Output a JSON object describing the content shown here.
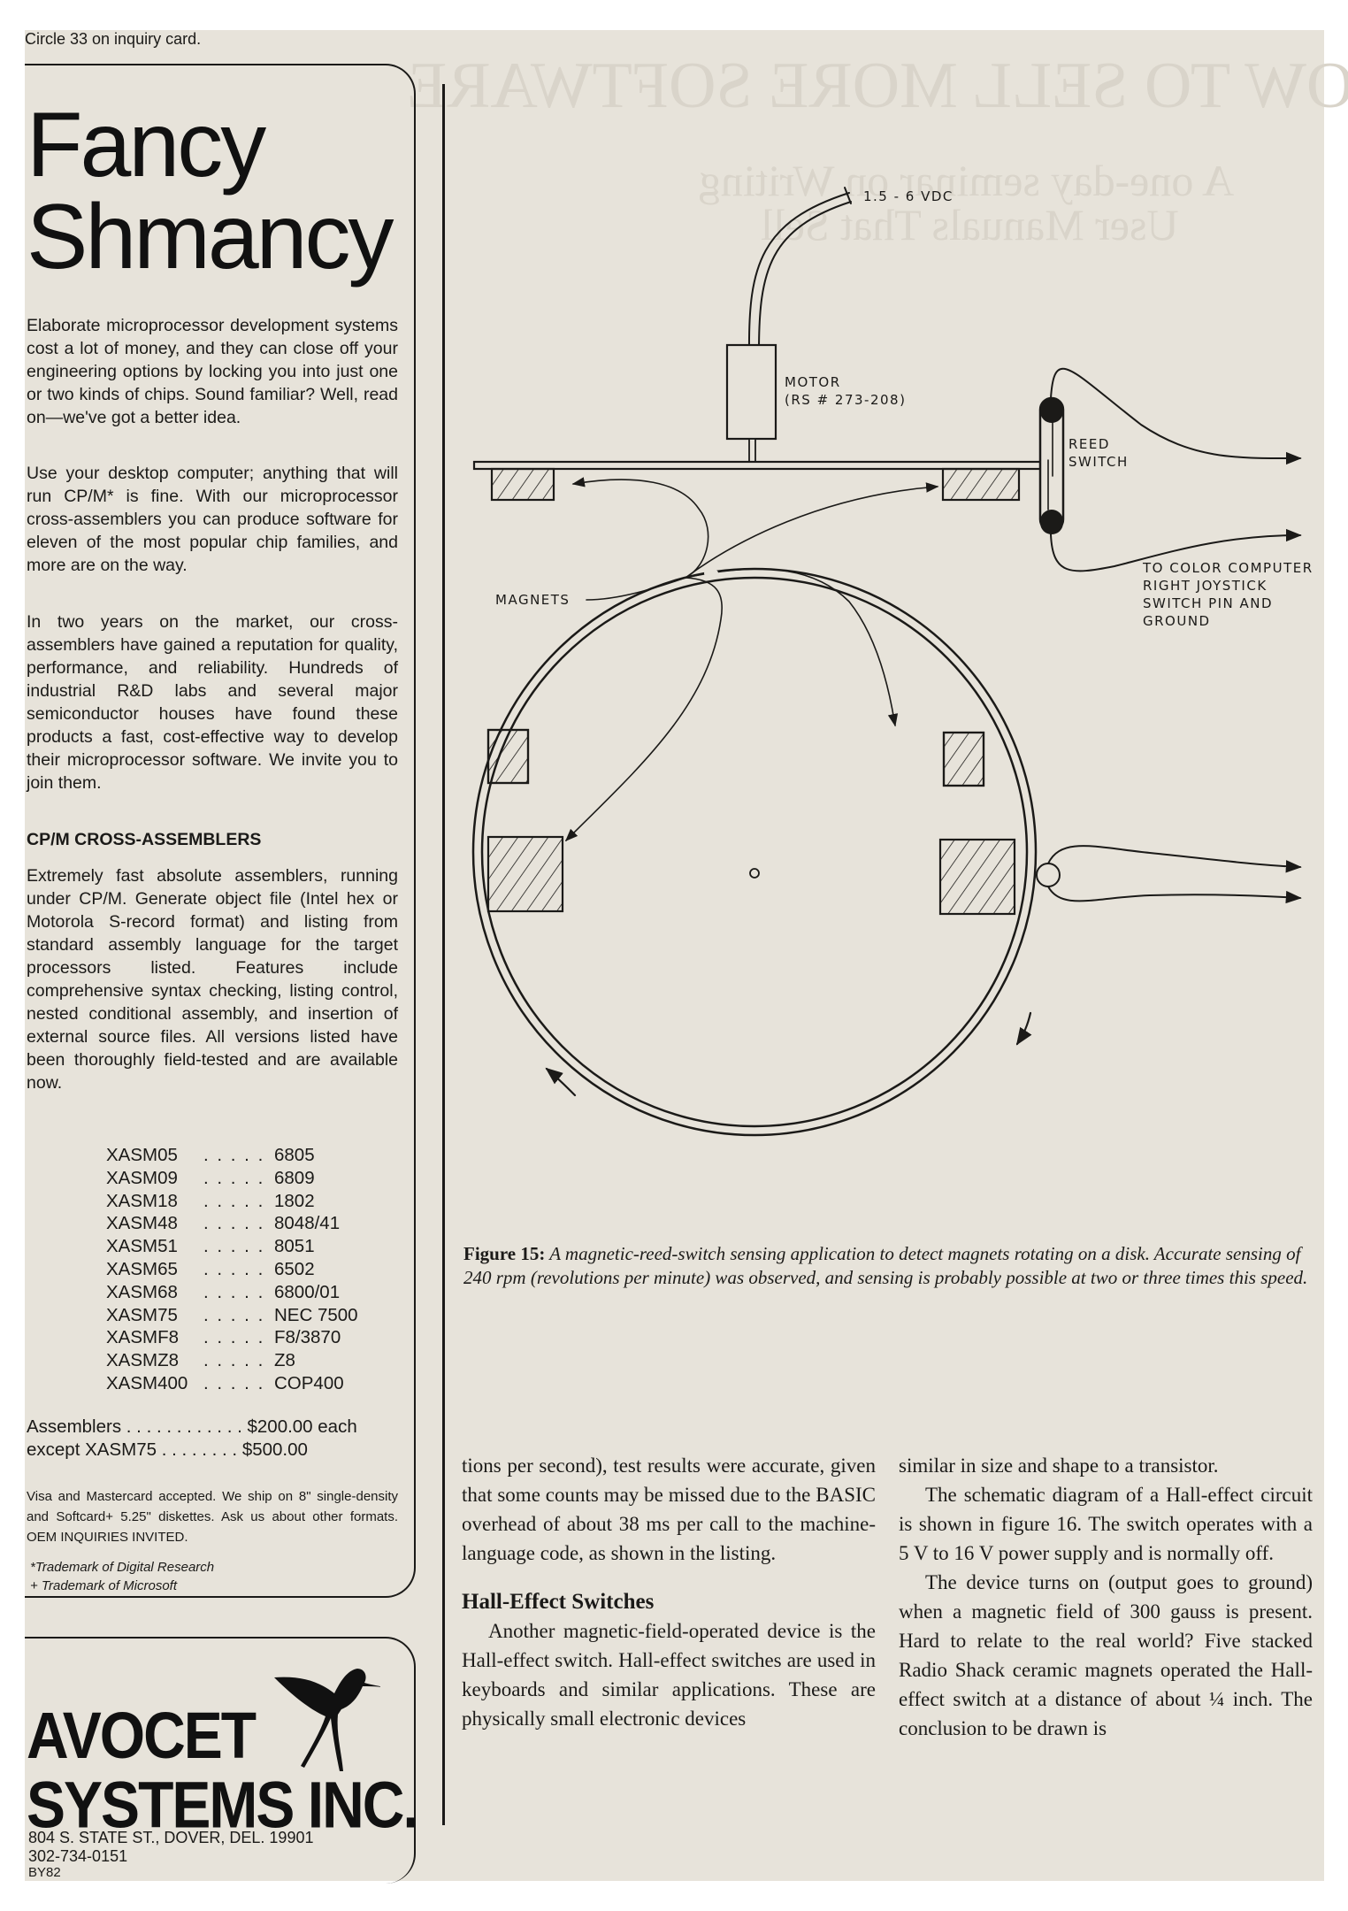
{
  "ad": {
    "circle_note": "Circle 33 on inquiry card.",
    "title_line1": "Fancy",
    "title_line2": "Shmancy",
    "para1": "Elaborate microprocessor development systems cost a lot of money, and they can close off your engineering options by locking you into just one or two kinds of chips. Sound familiar? Well, read on—we've got a better idea.",
    "para2": "Use your desktop computer; anything that will run CP/M* is fine. With our microprocessor cross-assemblers you can produce software for eleven of the most popular chip families, and more are on the way.",
    "para3": "In two years on the market, our cross-assemblers have gained a reputation for quality, performance, and reliability. Hundreds of industrial R&D labs and several major semiconductor houses have found these products a fast, cost-effective way to develop their microprocessor software. We invite you to join them.",
    "section_heading": "CP/M CROSS-ASSEMBLERS",
    "para4": "Extremely fast absolute assemblers, running under CP/M. Generate object file (Intel hex or Motorola S-record format) and listing from standard assembly language for the target processors listed. Features include comprehensive syntax checking, listing control, nested conditional assembly, and insertion of external source files. All versions listed have been thoroughly field-tested and are available now.",
    "assemblers": [
      {
        "name": "XASM05",
        "chip": "6805"
      },
      {
        "name": "XASM09",
        "chip": "6809"
      },
      {
        "name": "XASM18",
        "chip": "1802"
      },
      {
        "name": "XASM48",
        "chip": "8048/41"
      },
      {
        "name": "XASM51",
        "chip": "8051"
      },
      {
        "name": "XASM65",
        "chip": "6502"
      },
      {
        "name": "XASM68",
        "chip": "6800/01"
      },
      {
        "name": "XASM75",
        "chip": "NEC 7500"
      },
      {
        "name": "XASMF8",
        "chip": "F8/3870"
      },
      {
        "name": "XASMZ8",
        "chip": "Z8"
      },
      {
        "name": "XASM400",
        "chip": "COP400"
      }
    ],
    "dots": ". . . . .",
    "price_line1_label": "Assemblers",
    "price_line1_dots": " . . . . . . . . . . . . ",
    "price_line1_value": "$200.00 each",
    "price_line2_label": "except XASM75",
    "price_line2_dots": " . . . . . . . . ",
    "price_line2_value": "$500.00",
    "fine_print": "Visa and Mastercard accepted. We ship on 8\" single-density and Softcard+ 5.25\" diskettes. Ask us about other formats. OEM INQUIRIES INVITED.",
    "trademark1": "*Trademark of Digital Research",
    "trademark2": "+ Trademark of Microsoft",
    "logo_line1": "AVOCET",
    "logo_line2": "SYSTEMS INC.",
    "address": "804 S. STATE ST., DOVER, DEL. 19901",
    "phone": "302-734-0151",
    "code": "BY82"
  },
  "diagram": {
    "label_voltage": "1.5 - 6 VDC",
    "label_motor": "MOTOR",
    "label_motor_part": "(RS # 273-208)",
    "label_reed1": "REED",
    "label_reed2": "SWITCH",
    "label_magnets": "MAGNETS",
    "label_to1": "TO COLOR COMPUTER",
    "label_to2": "RIGHT JOYSTICK",
    "label_to3": "SWITCH PIN AND",
    "label_to4": "GROUND"
  },
  "caption": {
    "label": "Figure 15:",
    "text": "A magnetic-reed-switch sensing application to detect magnets rotating on a disk. Accurate sensing of 240 rpm (revolutions per minute) was observed, and sensing is probably possible at two or three times this speed."
  },
  "article": {
    "col1_para1": "tions per second), test results were accurate, given that some counts may be missed due to the BASIC overhead of about 38 ms per call to the machine-language code, as shown in the listing.",
    "heading": "Hall-Effect Switches",
    "col1_para2": "Another magnetic-field-operated device is the Hall-effect switch. Hall-effect switches are used in keyboards and similar applications. These are physically small electronic devices",
    "col2_para1": "similar in size and shape to a transistor.",
    "col2_para2": "The schematic diagram of a Hall-effect circuit is shown in figure 16. The switch operates with a 5 V to 16 V power supply and is normally off.",
    "col2_para3": "The device turns on (output goes to ground) when a magnetic field of 300 gauss is present. Hard to relate to the real world? Five stacked Radio Shack ceramic magnets operated the Hall-effect switch at a distance of about ¼ inch. The conclusion to be drawn is"
  },
  "bleed_through": {
    "heading": "HOW TO SELL MORE SOFTWARE",
    "sub1": "A one-day seminar on Writing",
    "sub2": "User Manuals That Sell"
  }
}
